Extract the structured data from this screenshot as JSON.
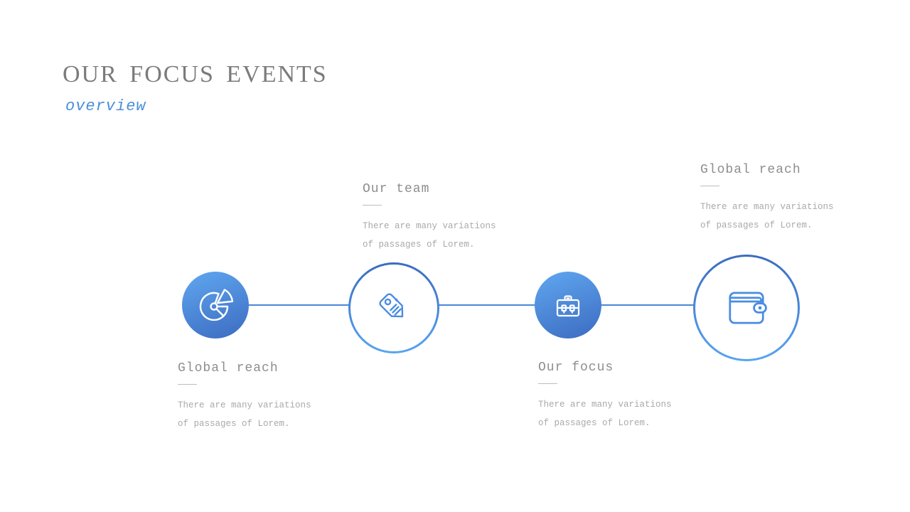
{
  "slide": {
    "title": "OUR FOCUS EVENTS",
    "subtitle": "overview",
    "colors": {
      "accent_blue": "#4a86d8",
      "subtitle_blue": "#4a90d9",
      "filled_circle_gradient": [
        "#5ea4ee",
        "#3e6ec3"
      ],
      "outlined_circle_gradient": [
        "#3a6cc0",
        "#58a4f2"
      ],
      "icon_blue": "#4a8ce2",
      "title_gray": "#7b7b7b",
      "heading_gray": "#8e8e8e",
      "body_gray": "#a9a9a9"
    },
    "milestones": [
      {
        "heading": "Global reach",
        "description": "There are many variations of passages of Lorem.",
        "icon": "pie-chart-icon",
        "style": "filled",
        "label_position": "below"
      },
      {
        "heading": "Our team",
        "description": "There are many variations of passages of Lorem.",
        "icon": "tag-icon",
        "style": "outlined",
        "label_position": "above"
      },
      {
        "heading": "Our focus",
        "description": "There are many variations of passages of Lorem.",
        "icon": "briefcase-icon",
        "style": "filled",
        "label_position": "below"
      },
      {
        "heading": "Global reach",
        "description": "There are many variations of passages of Lorem.",
        "icon": "wallet-icon",
        "style": "outlined",
        "label_position": "above"
      }
    ]
  }
}
